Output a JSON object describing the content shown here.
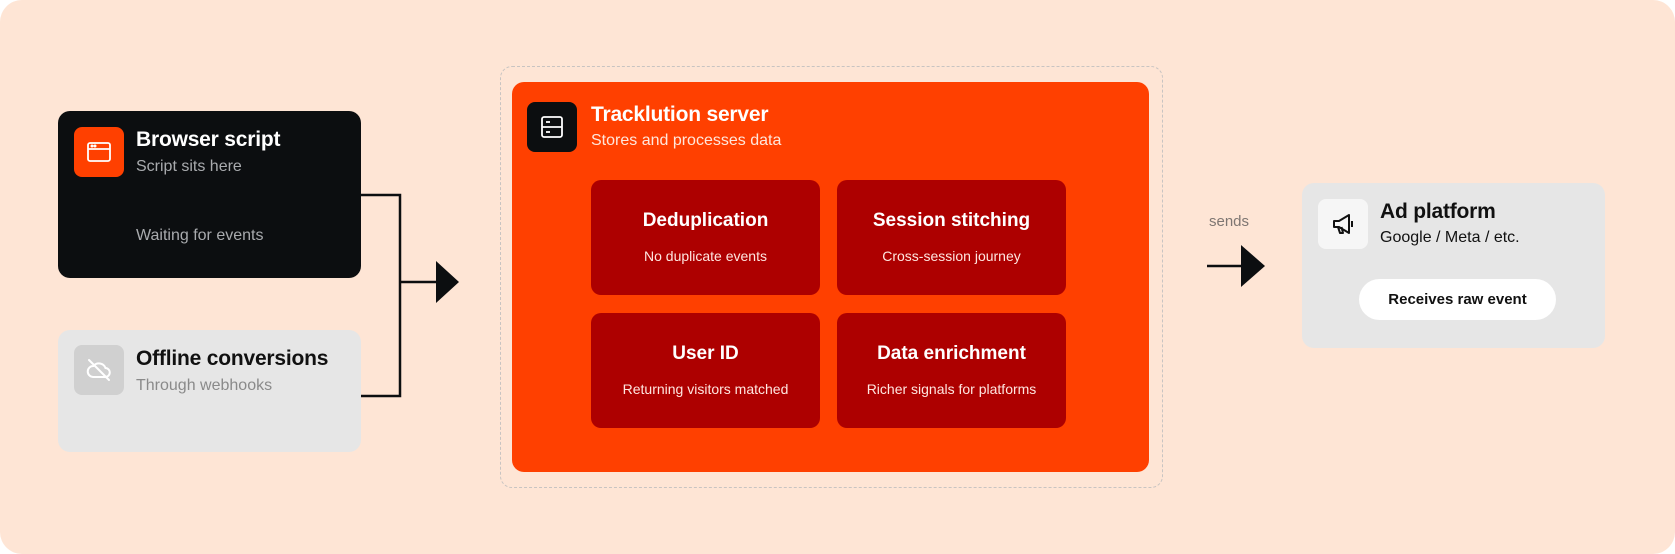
{
  "colors": {
    "background": "#fee5d5",
    "brand_orange": "#ff4000",
    "dark_card": "#0c0e10",
    "feature_red": "#ad0000",
    "muted_card": "#e6e6e6"
  },
  "inputs": {
    "browser_script": {
      "icon": "browser-window-icon",
      "title": "Browser script",
      "subtitle": "Script sits here",
      "status": "Waiting for events"
    },
    "offline_conversions": {
      "icon": "cloud-off-icon",
      "title": "Offline conversions",
      "subtitle": "Through webhooks"
    }
  },
  "server": {
    "icon": "server-icon",
    "title": "Tracklution server",
    "subtitle": "Stores and processes data",
    "features": [
      {
        "title": "Deduplication",
        "description": "No duplicate events"
      },
      {
        "title": "Session stitching",
        "description": "Cross-session journey"
      },
      {
        "title": "User ID",
        "description": "Returning visitors matched"
      },
      {
        "title": "Data enrichment",
        "description": "Richer signals for platforms"
      }
    ]
  },
  "edge": {
    "label": "sends"
  },
  "destination": {
    "icon": "megaphone-icon",
    "title": "Ad platform",
    "subtitle": "Google / Meta / etc.",
    "pill": "Receives raw event"
  }
}
